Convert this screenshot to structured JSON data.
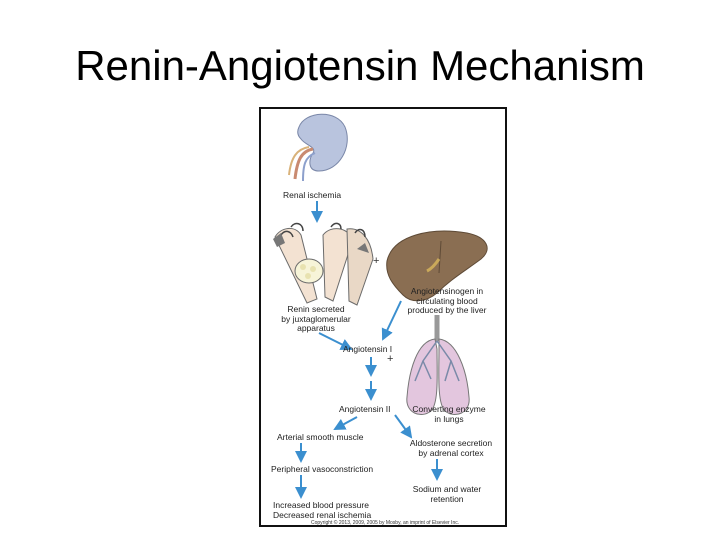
{
  "slide": {
    "title": "Renin-Angiotensin Mechanism"
  },
  "figure": {
    "labels": {
      "renal_ischemia": "Renal ischemia",
      "renin_secreted": "Renin secreted\nby juxtaglomerular\napparatus",
      "angiotensinogen": "Angiotensinogen in\ncirculating blood\nproduced by the liver",
      "angiotensin_1": "Angiotensin I",
      "angiotensin_2": "Angiotensin II",
      "converting_enzyme": "Converting enzyme\nin lungs",
      "arterial_smooth_muscle": "Arterial smooth muscle",
      "peripheral_vasoconstriction": "Peripheral vasoconstriction",
      "aldosterone_secretion": "Aldosterone secretion\nby adrenal cortex",
      "increased_bp": "Increased blood pressure\nDecreased renal ischemia",
      "sodium_water": "Sodium and water\nretention"
    },
    "plus_sign": "+",
    "copyright": "Copyright © 2013, 2009, 2005 by Mosby, an imprint of Elsevier Inc.",
    "colors": {
      "arrow": "#3b8fcf",
      "kidney": "#b9c4de",
      "liver": "#8a6e52",
      "lung": "#e3c6de"
    }
  }
}
